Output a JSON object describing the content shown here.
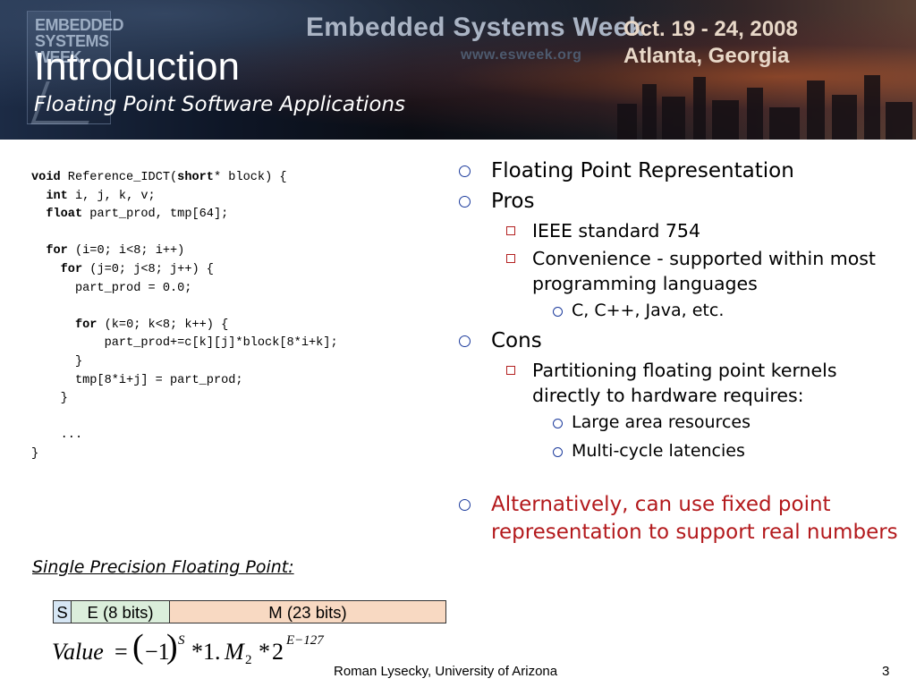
{
  "header": {
    "logo_lines": [
      "EMBEDDED",
      "SYSTEMS",
      "WEEK"
    ],
    "event_name": "Embedded Systems Week",
    "event_url": "www.esweek.org",
    "event_dates": "Oct. 19 - 24, 2008",
    "event_location": "Atlanta, Georgia",
    "title": "Introduction",
    "subtitle": "Floating Point Software Applications"
  },
  "code": {
    "lines": [
      [
        {
          "t": "void",
          "k": true
        },
        {
          "t": " Reference_IDCT("
        },
        {
          "t": "short",
          "k": true
        },
        {
          "t": "* block) {"
        }
      ],
      [
        {
          "t": "  "
        },
        {
          "t": "int",
          "k": true
        },
        {
          "t": " i, j, k, v;"
        }
      ],
      [
        {
          "t": "  "
        },
        {
          "t": "float",
          "k": true
        },
        {
          "t": " part_prod, tmp[64];"
        }
      ],
      [
        {
          "t": ""
        }
      ],
      [
        {
          "t": "  "
        },
        {
          "t": "for",
          "k": true
        },
        {
          "t": " (i=0; i<8; i++)"
        }
      ],
      [
        {
          "t": "    "
        },
        {
          "t": "for",
          "k": true
        },
        {
          "t": " (j=0; j<8; j++) {"
        }
      ],
      [
        {
          "t": "      part_prod = 0.0;"
        }
      ],
      [
        {
          "t": ""
        }
      ],
      [
        {
          "t": "      "
        },
        {
          "t": "for",
          "k": true
        },
        {
          "t": " (k=0; k<8; k++) {"
        }
      ],
      [
        {
          "t": "          part_prod+=c[k][j]*block[8*i+k];"
        }
      ],
      [
        {
          "t": "      }"
        }
      ],
      [
        {
          "t": "      tmp[8*i+j] = part_prod;"
        }
      ],
      [
        {
          "t": "    }"
        }
      ],
      [
        {
          "t": ""
        }
      ],
      [
        {
          "t": "    ..."
        }
      ],
      [
        {
          "t": "}"
        }
      ]
    ]
  },
  "bullets": [
    {
      "level": 1,
      "text": "Floating Point Representation"
    },
    {
      "level": 1,
      "text": "Pros"
    },
    {
      "level": 2,
      "text": "IEEE standard 754"
    },
    {
      "level": 2,
      "text": "Convenience - supported within most programming languages"
    },
    {
      "level": 3,
      "text": "C, C++, Java, etc."
    },
    {
      "level": 1,
      "text": "Cons"
    },
    {
      "level": 2,
      "text": "Partitioning floating point kernels directly to hardware requires:"
    },
    {
      "level": 3,
      "text": "Large area resources"
    },
    {
      "level": 3,
      "text": "Multi-cycle latencies"
    },
    {
      "level": 0,
      "text": ""
    },
    {
      "level": 1,
      "text": "Alternatively, can use fixed point representation to support real numbers",
      "highlight": true
    }
  ],
  "single_precision": {
    "label": "Single Precision Floating Point:",
    "fields": {
      "sign": "S",
      "exponent": "E (8 bits)",
      "mantissa": "M (23 bits)"
    },
    "formula": {
      "lhs": "Value",
      "eq": "=",
      "base": "−1",
      "sign_exp": "S",
      "times1": "*1.",
      "mant": "M",
      "mant_sub": "2",
      "times2": "*",
      "two": "2",
      "exp": "E−127"
    }
  },
  "footer": {
    "author": "Roman Lysecky, University of Arizona",
    "page": "3"
  },
  "colors": {
    "highlight_text": "#b3191c",
    "bullet_l1": "#1b3a9c",
    "bullet_l2": "#b32020"
  }
}
